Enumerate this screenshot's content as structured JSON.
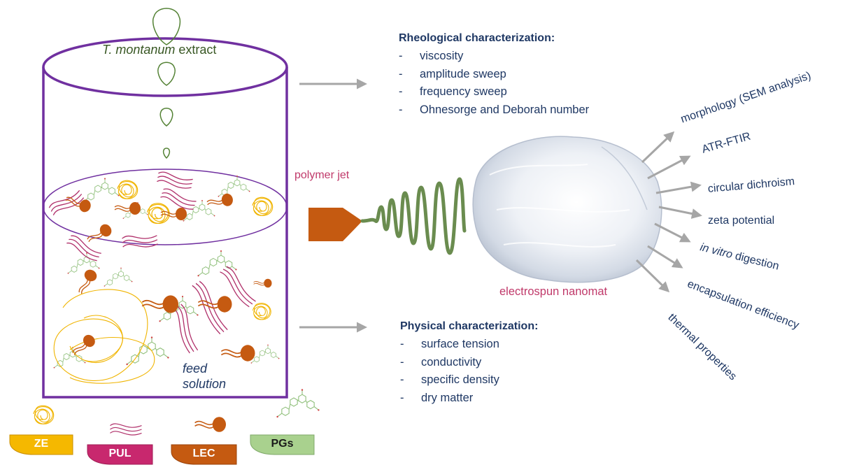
{
  "cylinder": {
    "extract_label_italic": "T. montanum",
    "extract_label_rest": " extract",
    "feed_label_line1": "feed",
    "feed_label_line2": "solution"
  },
  "jet_label": "polymer jet",
  "nanomat_label": "electrospun nanomat",
  "rheological": {
    "heading": "Rheological characterization:",
    "items": [
      "viscosity",
      "amplitude sweep",
      "frequency sweep",
      "Ohnesorge and Deborah number"
    ]
  },
  "physical": {
    "heading": "Physical characterization:",
    "items": [
      "surface tension",
      "conductivity",
      "specific density",
      "dry matter"
    ]
  },
  "nanomat_analyses": [
    {
      "label": "morphology (SEM analysis)"
    },
    {
      "label": "ATR-FTIR"
    },
    {
      "label": "circular dichroism"
    },
    {
      "label": "zeta potential"
    },
    {
      "label": "in vitro digestion",
      "italic_prefix": "in vitro",
      "rest": " digestion"
    },
    {
      "label": "encapsulation efficiency"
    },
    {
      "label": "thermal properties"
    }
  ],
  "legend": [
    {
      "label": "ZE",
      "color": "#f5b800",
      "icon": "tangled-coil-icon"
    },
    {
      "label": "PUL",
      "color": "#c8286e",
      "icon": "wavy-strands-icon"
    },
    {
      "label": "LEC",
      "color": "#c55a11",
      "icon": "lipid-tail-icon"
    },
    {
      "label": "PGs",
      "color": "#a9d18e",
      "icon": "molecular-structure-icon"
    }
  ],
  "colors": {
    "cylinder_outline": "#7030a0",
    "navy_text": "#1f3864",
    "pink_text": "#c0396a",
    "drop_green": "#548235",
    "jet_green": "#6a8c4f",
    "nozzle": "#c55a11",
    "arrow_gray": "#a6a6a6"
  }
}
